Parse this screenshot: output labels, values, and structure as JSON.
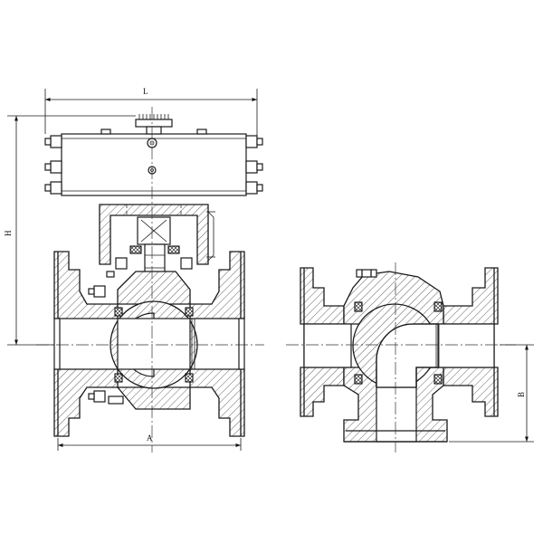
{
  "dimensions": {
    "length_label": "L",
    "height_label": "H",
    "face_label": "A",
    "branch_label": "B"
  }
}
